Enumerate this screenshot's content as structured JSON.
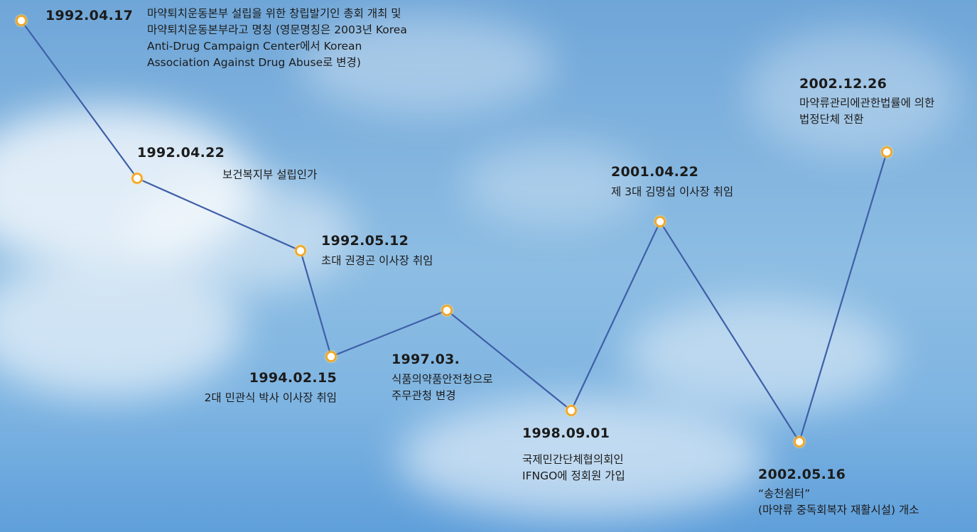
{
  "colors": {
    "line": "#3e5fa8",
    "marker_fill": "#ffffff",
    "marker_stroke": "#f5a623",
    "text": "#1b1b1b"
  },
  "events": [
    {
      "date": "1992.04.17",
      "lines": [
        "마약퇴치운동본부 설립을 위한 창립발기인 총회 개최 및",
        "마약퇴치운동본부라고 명칭 (영문명칭은 2003년 Korea",
        "Anti-Drug Campaign Center에서 Korean",
        "Association Against Drug Abuse로 변경)"
      ]
    },
    {
      "date": "1992.04.22",
      "lines": [
        "보건복지부 설립인가"
      ]
    },
    {
      "date": "1992.05.12",
      "lines": [
        "초대 권경곤 이사장 취임"
      ]
    },
    {
      "date": "1994.02.15",
      "lines": [
        "2대 민관식 박사 이사장 취임"
      ]
    },
    {
      "date": "1997.03.",
      "lines": [
        "식품의약품안전청으로",
        "주무관청 변경"
      ]
    },
    {
      "date": "1998.09.01",
      "lines": [
        "국제민간단체협의회인",
        "IFNGO에 정회원 가입"
      ]
    },
    {
      "date": "2001.04.22",
      "lines": [
        "제 3대 김명섭 이사장 취임"
      ]
    },
    {
      "date": "2002.05.16",
      "lines": [
        "“송천쉼터”",
        "(마약류 중독회복자 재활시설) 개소"
      ]
    },
    {
      "date": "2002.12.26",
      "lines": [
        "마약류관리에관한법률에 의한",
        "법정단체 전환"
      ]
    }
  ]
}
